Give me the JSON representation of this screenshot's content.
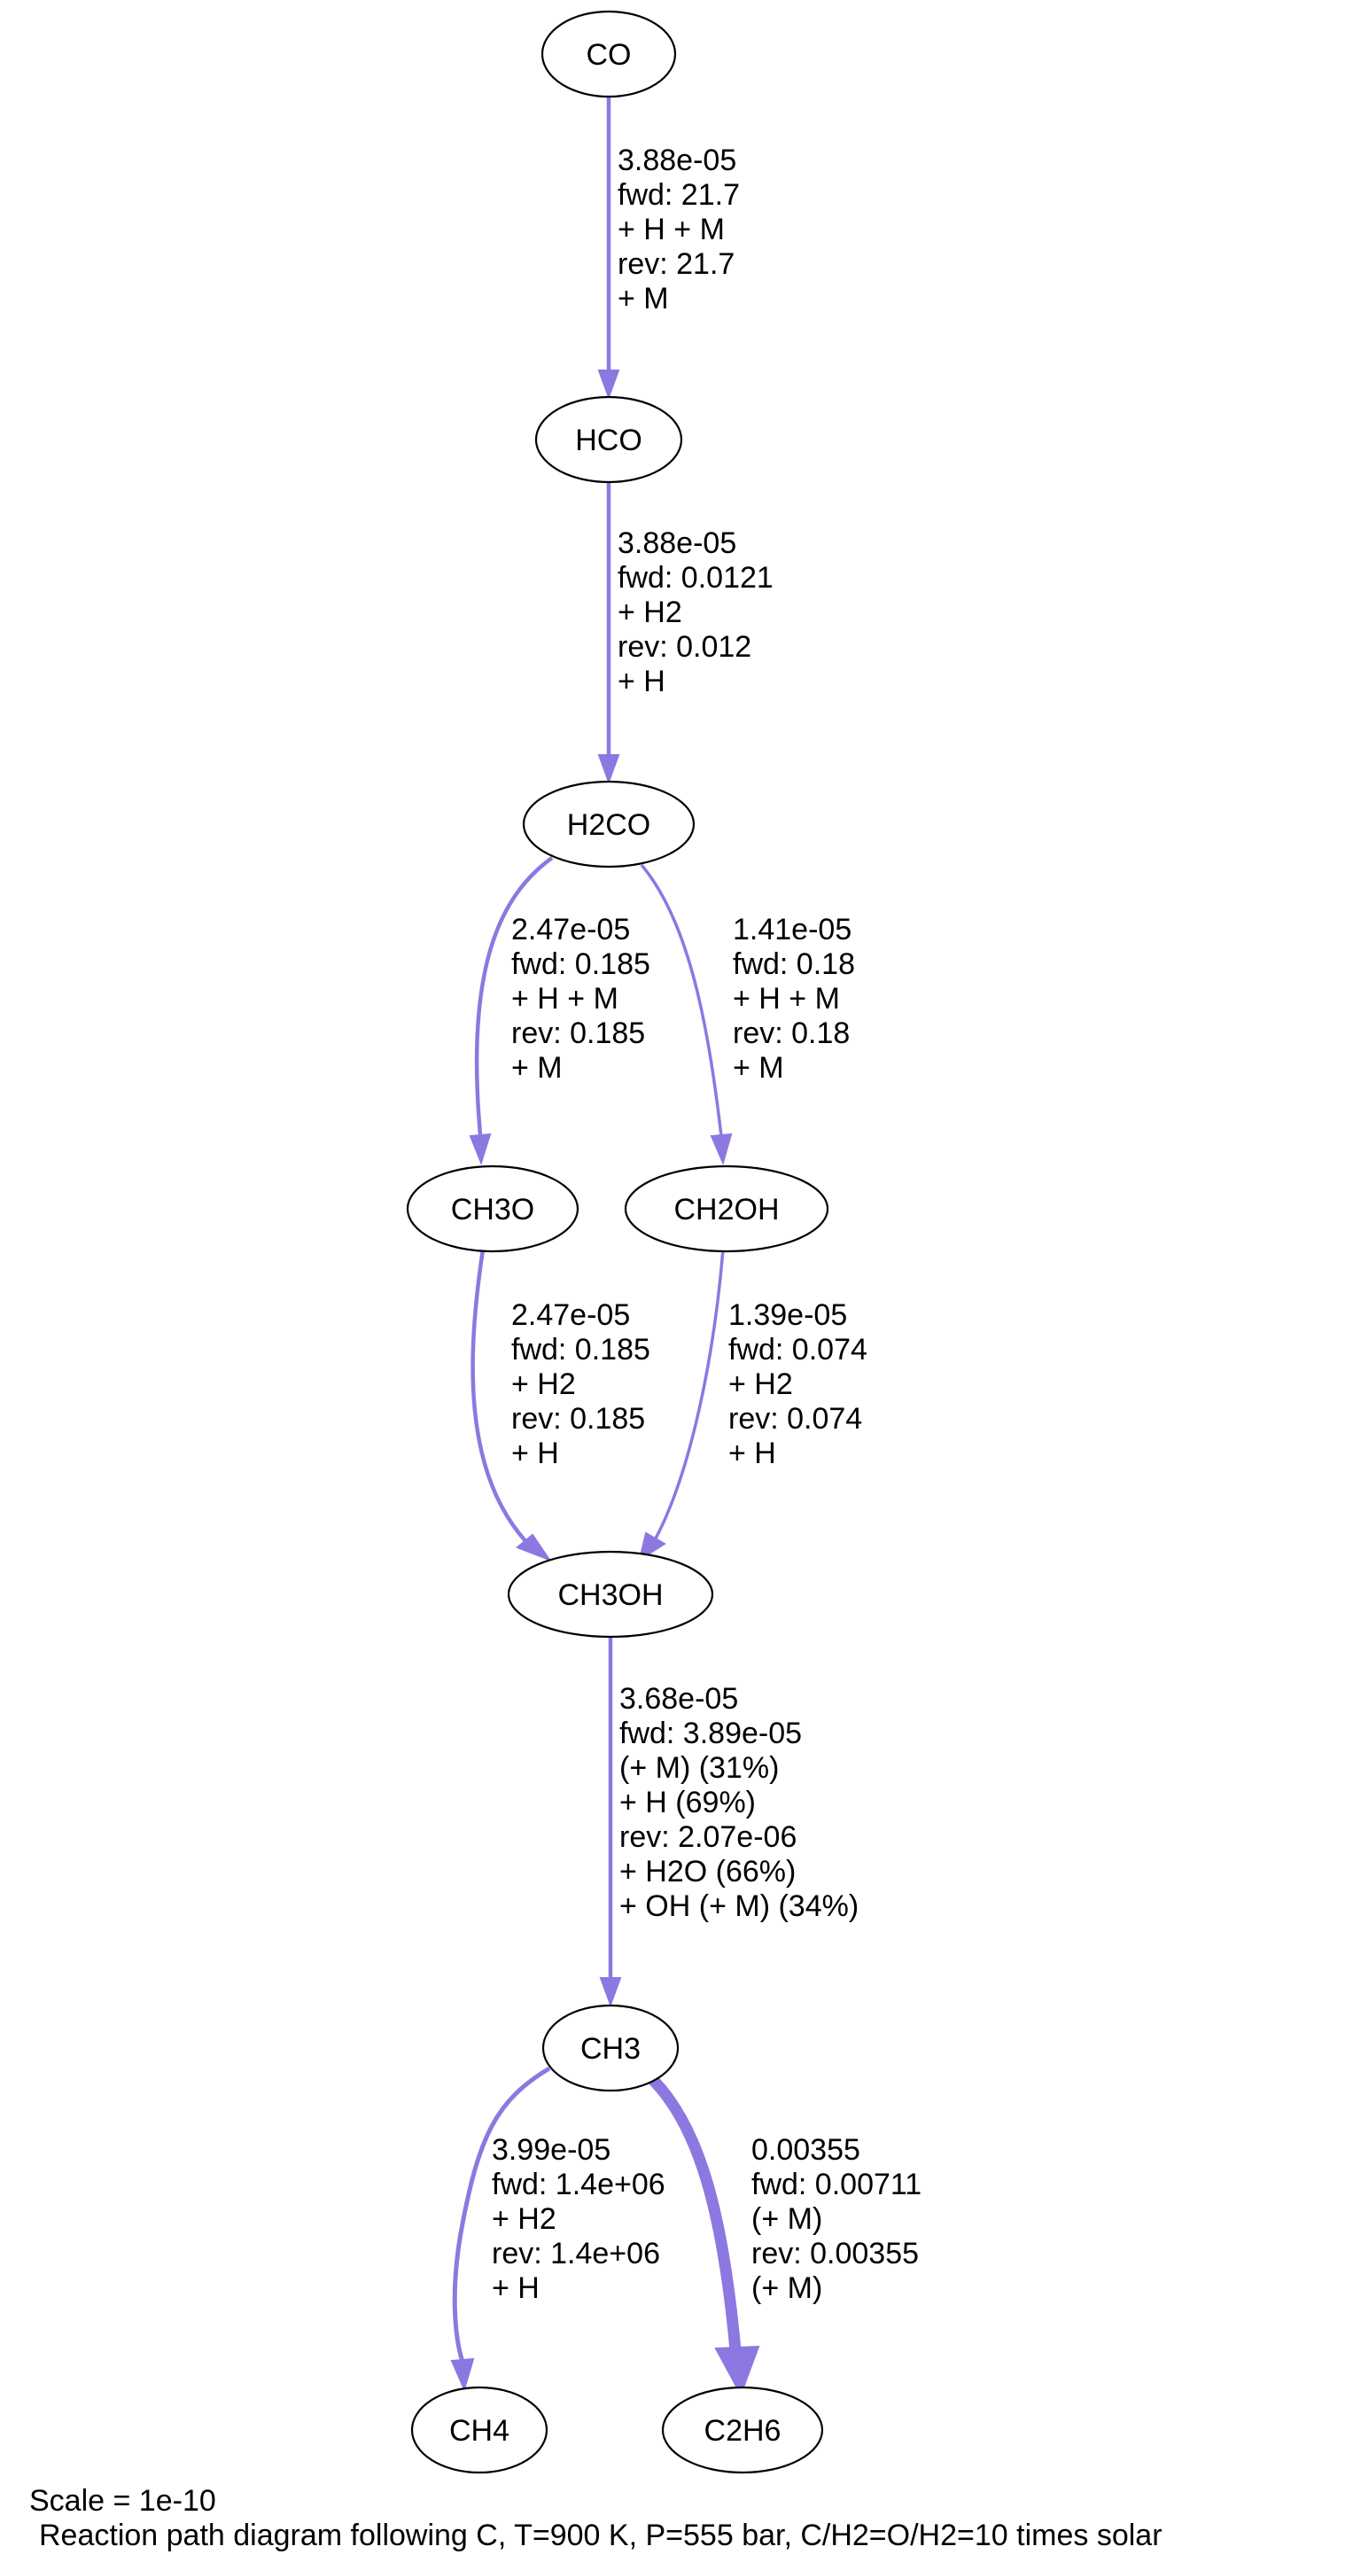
{
  "nodes": [
    {
      "id": "co",
      "label": "CO"
    },
    {
      "id": "hco",
      "label": "HCO"
    },
    {
      "id": "h2co",
      "label": "H2CO"
    },
    {
      "id": "ch3o",
      "label": "CH3O"
    },
    {
      "id": "ch2oh",
      "label": "CH2OH"
    },
    {
      "id": "ch3oh",
      "label": "CH3OH"
    },
    {
      "id": "ch3",
      "label": "CH3"
    },
    {
      "id": "ch4",
      "label": "CH4"
    },
    {
      "id": "c2h6",
      "label": "C2H6"
    }
  ],
  "edges": [
    {
      "id": "co-hco",
      "from": "CO",
      "to": "HCO",
      "lines": [
        "3.88e-05",
        "fwd: 21.7",
        "+ H + M",
        "",
        "rev: 21.7",
        "+ M"
      ]
    },
    {
      "id": "hco-h2co",
      "from": "HCO",
      "to": "H2CO",
      "lines": [
        "3.88e-05",
        "fwd: 0.0121",
        "+ H2",
        "",
        "rev: 0.012",
        "+ H"
      ]
    },
    {
      "id": "h2co-ch3o",
      "from": "H2CO",
      "to": "CH3O",
      "lines": [
        "2.47e-05",
        "fwd: 0.185",
        "+ H + M",
        "",
        "rev: 0.185",
        "+ M"
      ]
    },
    {
      "id": "h2co-ch2oh",
      "from": "H2CO",
      "to": "CH2OH",
      "lines": [
        "1.41e-05",
        "fwd: 0.18",
        "+ H + M",
        "",
        "rev: 0.18",
        "+ M"
      ]
    },
    {
      "id": "ch3o-ch3oh",
      "from": "CH3O",
      "to": "CH3OH",
      "lines": [
        "2.47e-05",
        "fwd: 0.185",
        "+ H2",
        "",
        "rev: 0.185",
        "+ H"
      ]
    },
    {
      "id": "ch2oh-ch3oh",
      "from": "CH2OH",
      "to": "CH3OH",
      "lines": [
        "1.39e-05",
        "fwd: 0.074",
        "+ H2",
        "",
        "rev: 0.074",
        "+ H"
      ]
    },
    {
      "id": "ch3oh-ch3",
      "from": "CH3OH",
      "to": "CH3",
      "lines": [
        "3.68e-05",
        "fwd: 3.89e-05",
        "(+ M) (31%)",
        "+ H (69%)",
        "",
        "rev: 2.07e-06",
        "+ H2O (66%)",
        "+ OH (+ M) (34%)"
      ]
    },
    {
      "id": "ch3-ch4",
      "from": "CH3",
      "to": "CH4",
      "lines": [
        "3.99e-05",
        "fwd: 1.4e+06",
        "+ H2",
        "",
        "rev: 1.4e+06",
        "+ H"
      ]
    },
    {
      "id": "ch3-c2h6",
      "from": "CH3",
      "to": "C2H6",
      "lines": [
        "0.00355",
        "fwd: 0.00711",
        "(+ M)",
        "",
        "rev: 0.00355",
        "(+ M)"
      ]
    }
  ],
  "footer": {
    "scale": "Scale = 1e-10",
    "caption": "Reaction path diagram following C, T=900 K, P=555 bar, C/H2=O/H2=10 times solar"
  },
  "colors": {
    "edge": "#8c78e0",
    "node_stroke": "#000000",
    "background": "#ffffff"
  }
}
